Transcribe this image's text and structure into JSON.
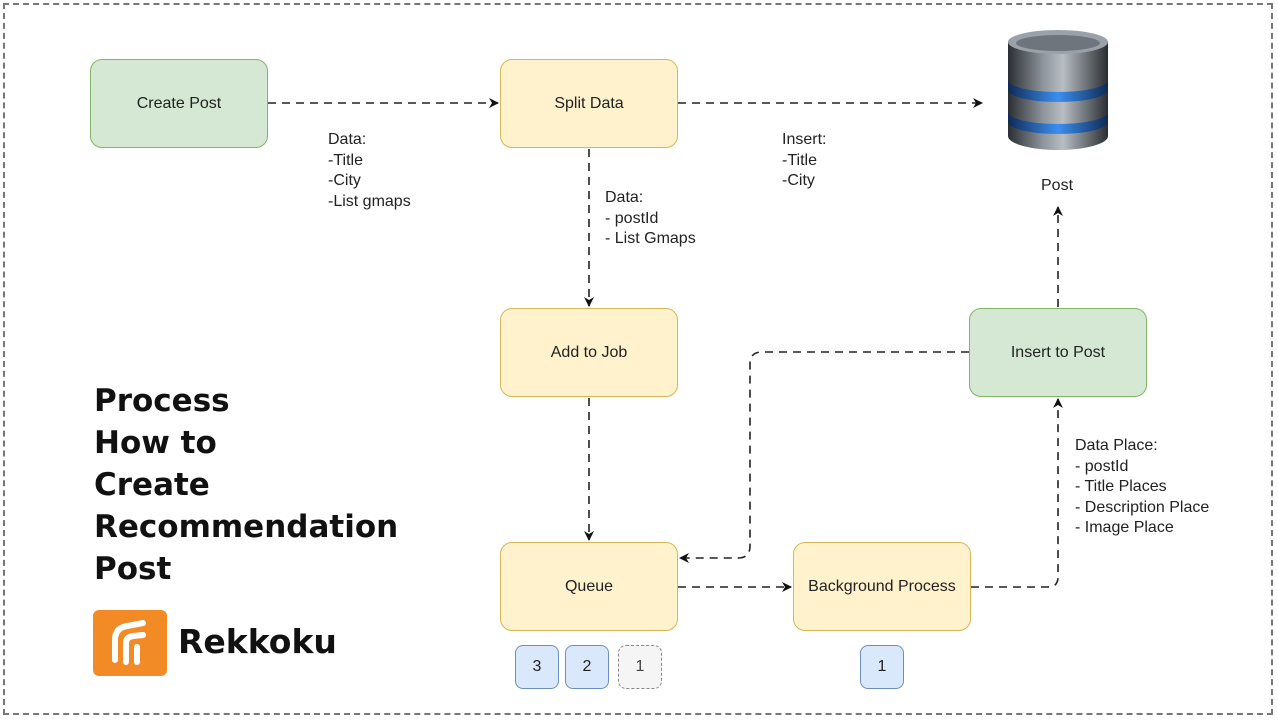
{
  "nodes": {
    "create_post": "Create Post",
    "split_data": "Split Data",
    "add_to_job": "Add to Job",
    "queue": "Queue",
    "background_process": "Background Process",
    "insert_to_post": "Insert to Post",
    "database": "Post"
  },
  "edge_labels": {
    "create_to_split": [
      "Data:",
      "-Title",
      "-City",
      "-List gmaps"
    ],
    "split_to_db": [
      "Insert:",
      "-Title",
      "-City"
    ],
    "split_to_job": [
      "Data:",
      "- postId",
      "- List Gmaps"
    ],
    "process_to_insert": [
      "Data Place:",
      "- postId",
      "- Title Places",
      "- Description Place",
      "- Image Place"
    ]
  },
  "queue_items": [
    "3",
    "2",
    "1"
  ],
  "process_items": [
    "1"
  ],
  "title_lines": [
    "Process",
    "How to",
    "Create",
    "Recommendation",
    "Post"
  ],
  "brand": "Rekkoku",
  "colors": {
    "green_fill": "#d5e8d4",
    "green_stroke": "#82b366",
    "yellow_fill": "#fff2cc",
    "yellow_stroke": "#d6b656",
    "blue_fill": "#dae8fc",
    "blue_stroke": "#6c8ebf",
    "brand_orange": "#f28b25"
  }
}
